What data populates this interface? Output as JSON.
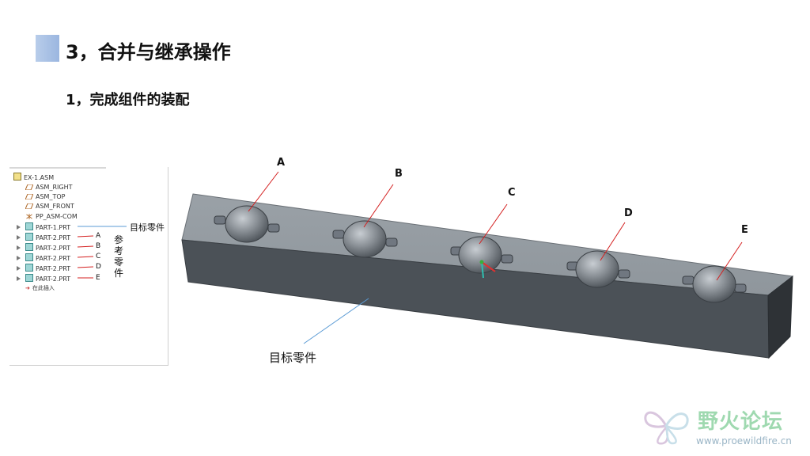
{
  "heading": {
    "title": "3，合并与继承操作",
    "subtitle": "1，完成组件的装配"
  },
  "model_tree": {
    "root": "EX-1.ASM",
    "planes": [
      "ASM_RIGHT",
      "ASM_TOP",
      "ASM_FRONT"
    ],
    "csys": "PP_ASM-COM",
    "parts": [
      "PART-1.PRT",
      "PART-2.PRT",
      "PART-2.PRT",
      "PART-2.PRT",
      "PART-2.PRT",
      "PART-2.PRT"
    ],
    "insert_here": "在此插入",
    "target_label": "目标零件",
    "reference_label": "参考零件",
    "part_letters": [
      "A",
      "B",
      "C",
      "D",
      "E"
    ]
  },
  "viewport": {
    "callouts": [
      "A",
      "B",
      "C",
      "D",
      "E"
    ],
    "target_label": "目标零件"
  },
  "watermark": {
    "name": "野火论坛",
    "url": "www.proewildfire.cn"
  },
  "colors": {
    "title_accent": "#9bb6e0",
    "callout_line": "#d42020",
    "target_line": "#5b9bd5"
  }
}
